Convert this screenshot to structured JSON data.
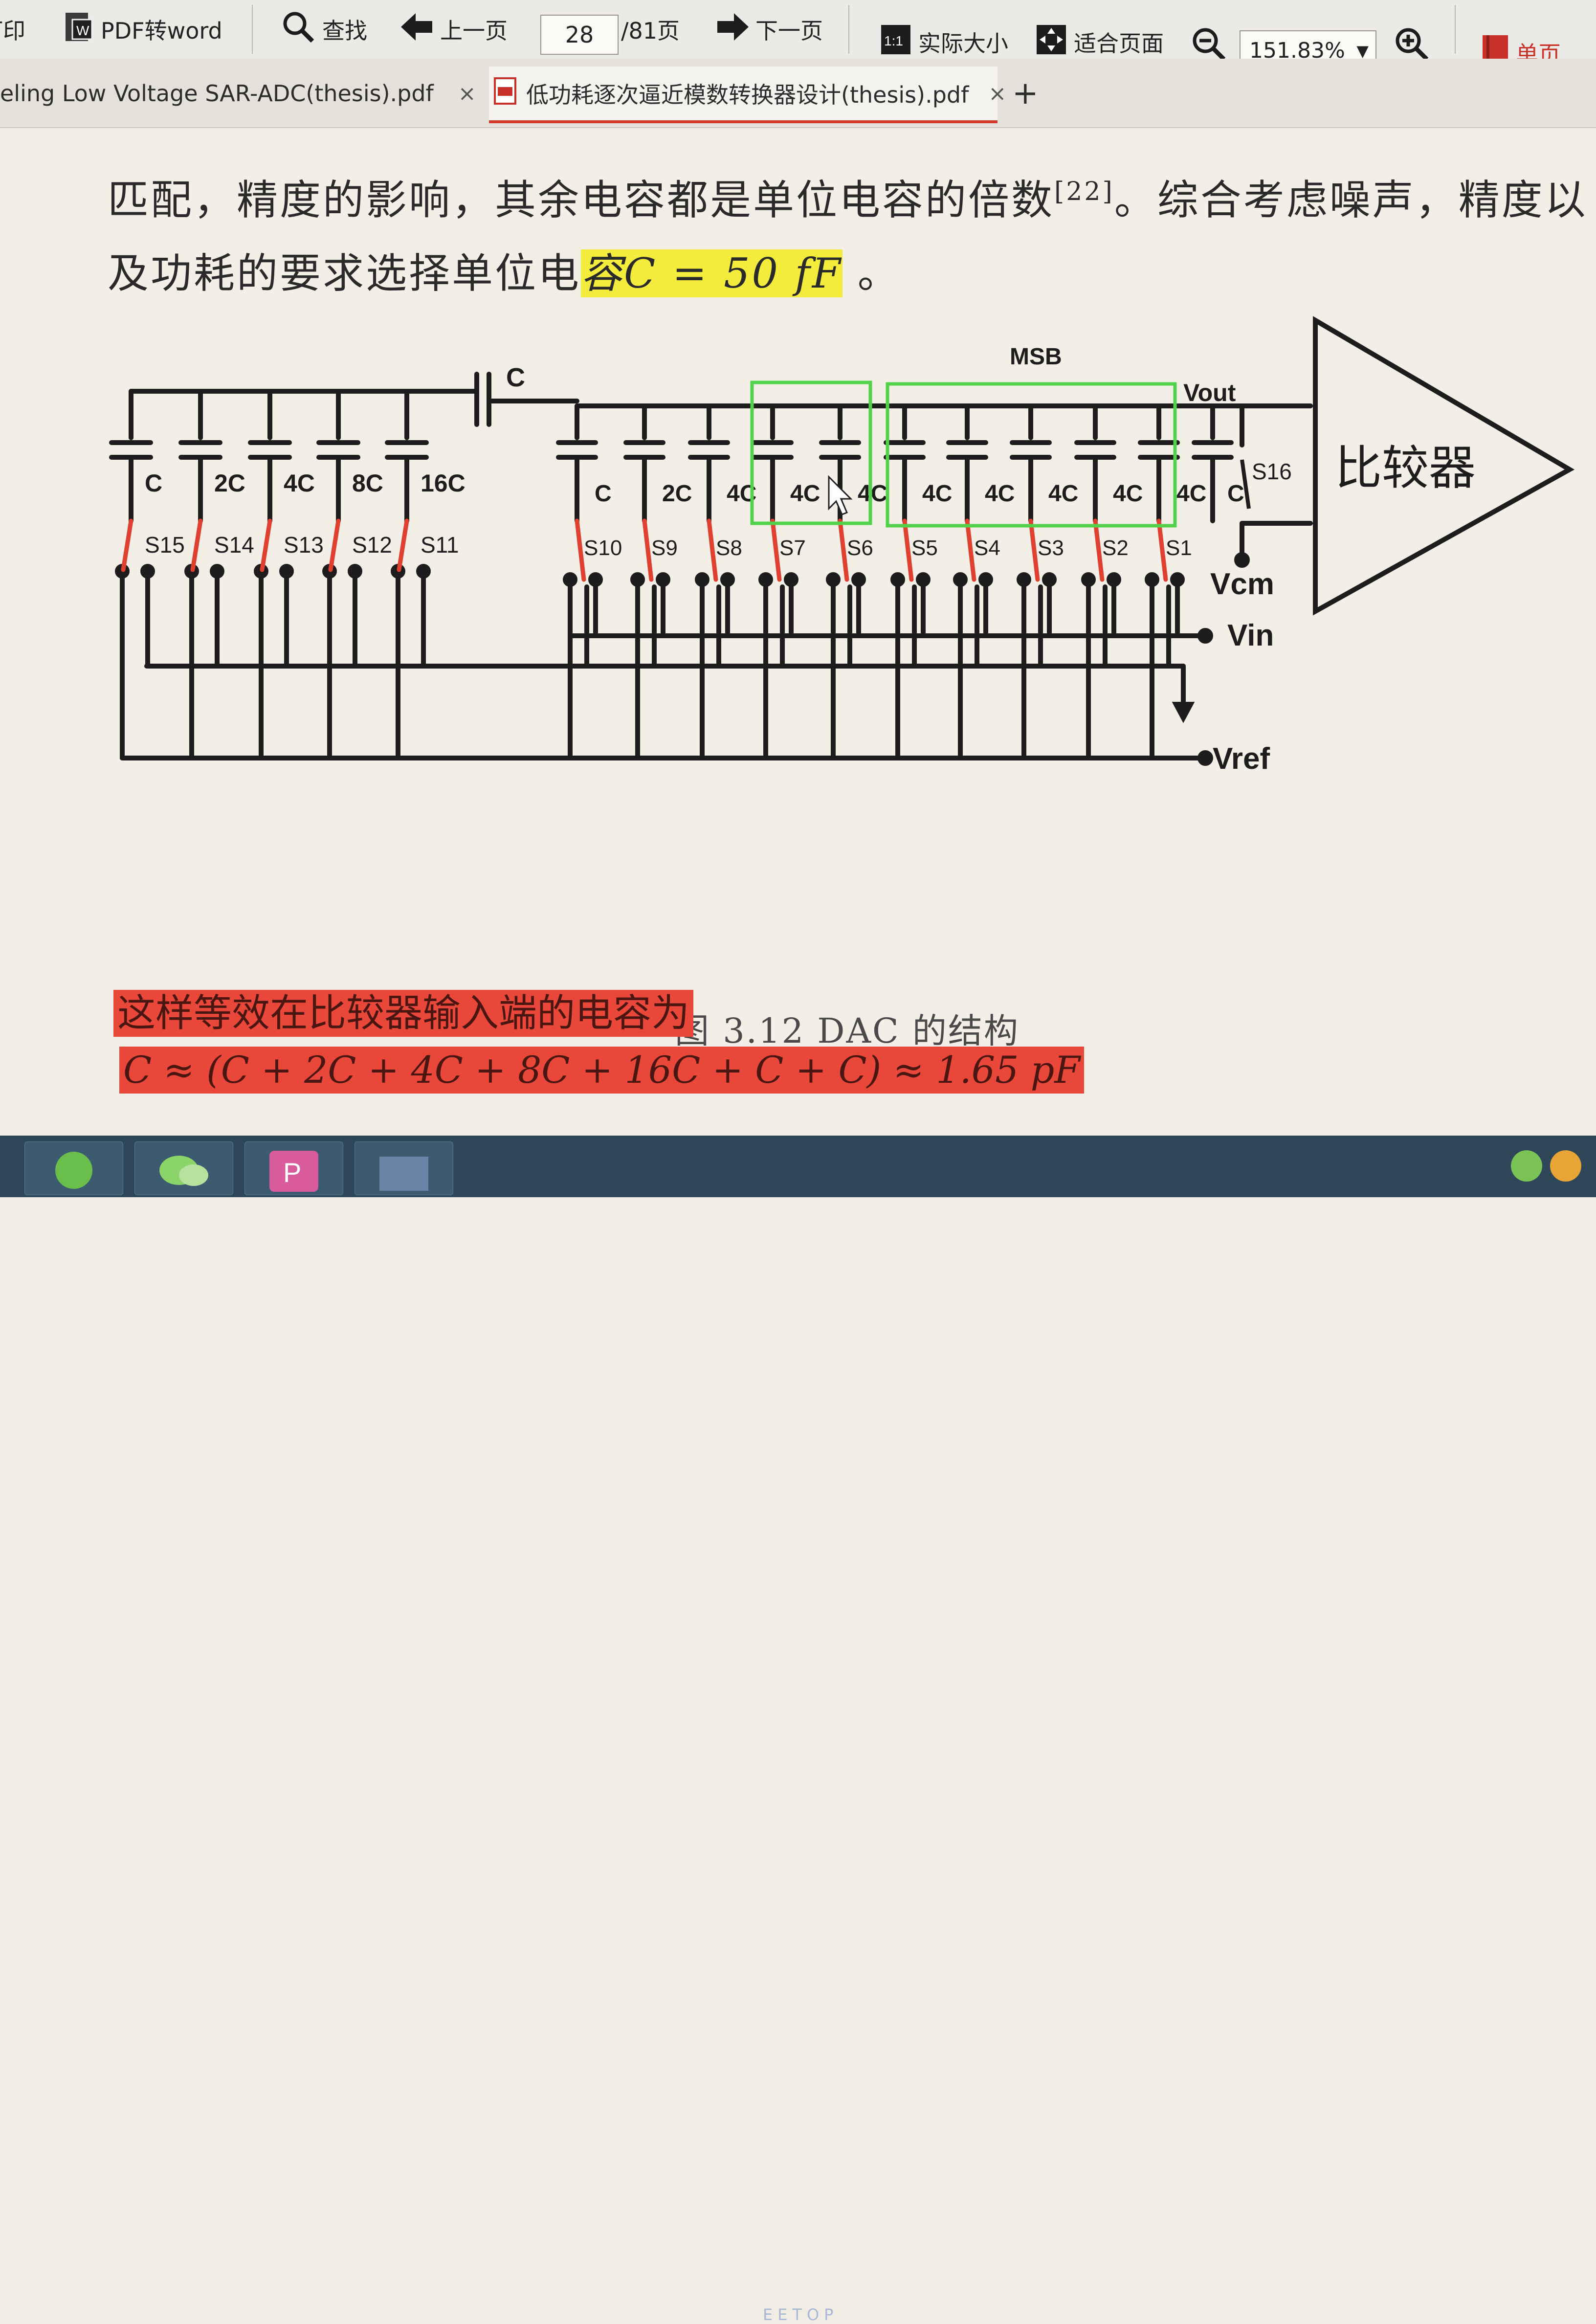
{
  "toolbar": {
    "print_label": "打印",
    "pdf2word_label": "PDF转word",
    "find_label": "查找",
    "prev_label": "上一页",
    "page_current": "28",
    "page_total": "/81页",
    "next_label": "下一页",
    "actual_size_label": "实际大小",
    "fit_page_label": "适合页面",
    "zoom_value": "151.83%",
    "single_page_label": "单页"
  },
  "tabs": [
    {
      "label": "eling Low Voltage SAR-ADC(thesis).pdf",
      "close": "×"
    },
    {
      "label": "低功耗逐次逼近模数转换器设计(thesis).pdf",
      "close": "×"
    }
  ],
  "new_tab": "+",
  "document": {
    "line1_a": "匹配，精度的影响，其余电容都是单位电容的倍数",
    "line1_ref": "[22]",
    "line1_b": "。综合考虑噪声，精度以",
    "line2_a": "及功耗的要求选择单位电",
    "line2_hl": "容C = 50 fF",
    "line2_b": " 。",
    "figure_caption": "图 3.12    DAC 的结构",
    "red_line1": "这样等效在比较器输入端的电容为",
    "red_line2": "C ≈ (C + 2C + 4C + 8C + 16C + C + C) ≈ 1.65 pF"
  },
  "circuit": {
    "bridge_cap": "C",
    "msb": "MSB",
    "vout": "Vout",
    "s16": "S16",
    "comparator": "比较器",
    "vcm": "Vcm",
    "vin": "Vin",
    "vref": "Vref",
    "lsb_caps": [
      "C",
      "2C",
      "4C",
      "8C",
      "16C"
    ],
    "lsb_switches": [
      "S15",
      "S14",
      "S13",
      "S12",
      "S11"
    ],
    "msb_caps": [
      "C",
      "2C",
      "4C",
      "4C",
      "4C",
      "4C",
      "4C",
      "4C",
      "4C",
      "4C",
      "C"
    ],
    "msb_switches": [
      "S10",
      "S9",
      "S8",
      "S7",
      "S6",
      "S5",
      "S4",
      "S3",
      "S2",
      "S1"
    ],
    "colors": {
      "wire": "#1d1d1d",
      "switch": "#e0402f",
      "box": "#52d14a"
    }
  },
  "taskbar": {
    "watermark": "EETOP"
  }
}
